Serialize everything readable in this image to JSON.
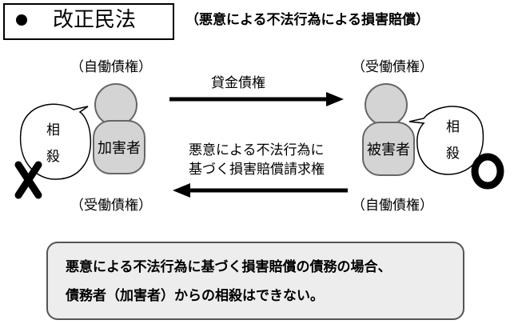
{
  "title": {
    "main": "改正民法",
    "subtitle": "（悪意による不法行為による損害賠償）"
  },
  "left": {
    "role_top": "（自働債権）",
    "person_label": "加害者",
    "bubble": [
      "相",
      "殺"
    ],
    "mark": "✕",
    "role_bottom": "（受働債権）"
  },
  "right": {
    "role_top": "（受働債権）",
    "person_label": "被害者",
    "bubble": [
      "相",
      "殺"
    ],
    "mark": "○",
    "role_bottom": "（自働債権）"
  },
  "arrows": {
    "top_label": "貸金債権",
    "bottom_label_line1": "悪意による不法行為に",
    "bottom_label_line2": "基づく損害賠償請求権"
  },
  "conclusion": {
    "line1": "悪意による不法行為に基づく損害賠償の債務の場合、",
    "line2": "債務者（加害者）からの相殺はできない。"
  }
}
